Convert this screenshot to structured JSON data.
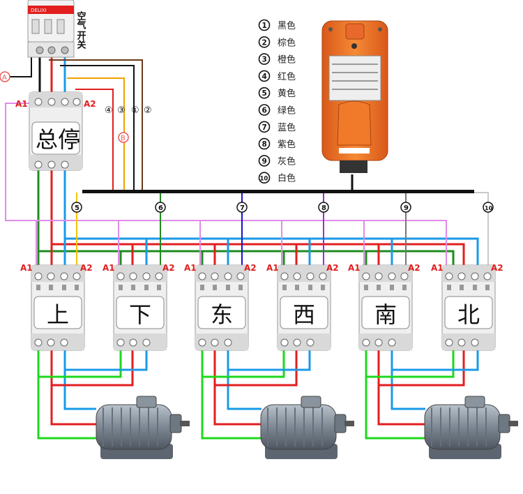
{
  "breaker": {
    "brand": "DELIXI",
    "label_line1": "空气",
    "label_line2": "开关"
  },
  "main_stop": {
    "label": "总停",
    "coil_a1": "A1",
    "coil_a2": "A2"
  },
  "markers": {
    "a": "A",
    "b": "B"
  },
  "feed_numbers": [
    "④",
    "③",
    "①",
    "②"
  ],
  "legend": [
    {
      "num": "1",
      "text": "黑色",
      "color": "#111111"
    },
    {
      "num": "2",
      "text": "棕色",
      "color": "#6b3a1a"
    },
    {
      "num": "3",
      "text": "橙色",
      "color": "#f0a000"
    },
    {
      "num": "4",
      "text": "红色",
      "color": "#e21e1e"
    },
    {
      "num": "5",
      "text": "黄色",
      "color": "#f5c400"
    },
    {
      "num": "6",
      "text": "绿色",
      "color": "#1e8c1e"
    },
    {
      "num": "7",
      "text": "蓝色",
      "color": "#1414c8"
    },
    {
      "num": "8",
      "text": "紫色",
      "color": "#9a2fd0"
    },
    {
      "num": "9",
      "text": "灰色",
      "color": "#777777"
    },
    {
      "num": "10",
      "text": "白色",
      "color": "#c8c8c8"
    }
  ],
  "bus_numbers": [
    "5",
    "6",
    "7",
    "8",
    "9",
    "10"
  ],
  "contactors": [
    {
      "label": "上",
      "a1": "A1",
      "a2": "A2"
    },
    {
      "label": "下",
      "a1": "A1",
      "a2": "A2"
    },
    {
      "label": "东",
      "a1": "A1",
      "a2": "A2"
    },
    {
      "label": "西",
      "a1": "A1",
      "a2": "A2"
    },
    {
      "label": "南",
      "a1": "A1",
      "a2": "A2"
    },
    {
      "label": "北",
      "a1": "A1",
      "a2": "A2"
    }
  ],
  "remote": {
    "brand_color": "#f07020"
  },
  "motors": 3
}
